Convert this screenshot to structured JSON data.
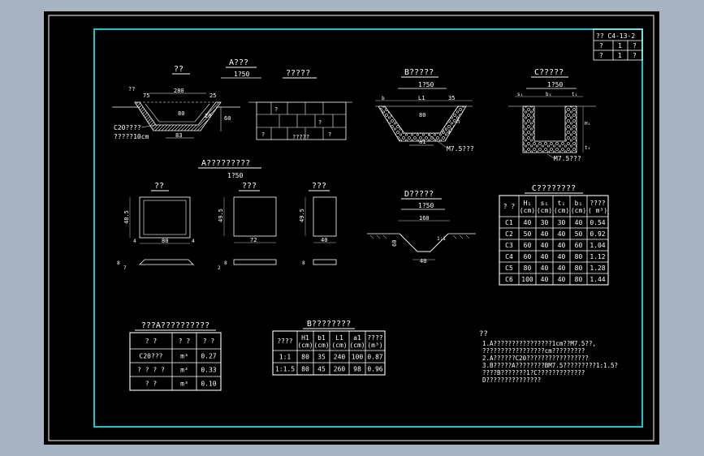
{
  "colors": {
    "viewport_bg": "#a7b3c1",
    "paper": "#000000",
    "frame": "#18c8c8",
    "line": "#ffffff",
    "hatch": "#d8d8d8"
  },
  "title_block": {
    "code": "?? C4-13-2",
    "r2a": "?",
    "r2b": "1",
    "r2c": "?",
    "r3a": "?",
    "r3b": "1",
    "r3c": "?"
  },
  "views": {
    "v1_title": "??",
    "a_title": "A???",
    "a_scale": "1?50",
    "plan_title": "?????",
    "b_title": "B?????",
    "b_scale": "1?50",
    "c_title": "C?????",
    "c_scale": "1?50",
    "block_title": "A?????????",
    "block_scale": "1?50",
    "face_title": "??",
    "side_title": "???",
    "end_title": "???",
    "d_title": "D?????",
    "d_scale": "1?50"
  },
  "labels": {
    "d1_75": "75",
    "d1_280": "280",
    "d1_25": "25",
    "d1_80": "80",
    "d1_20": "20",
    "d1_60": "60",
    "d1_83": "83",
    "d1_note1": "C20????",
    "d1_note2": "?????10cm",
    "d1_r": "??",
    "plan_t1": "?",
    "plan_t2": "?",
    "plan_t3": "?",
    "plan_t4": "?",
    "plan_note": "?????",
    "b_b": "b",
    "b_l1": "L1",
    "b_35": "35",
    "b_80": "80",
    "b_a1": "a1",
    "b_h": "h",
    "b_k": "?:1",
    "b_m75": "M7.5???",
    "c_s1": "s₁",
    "c_b1": "b₁",
    "c_t": "t₁",
    "c_h": "H₁",
    "c_h2": "t₁",
    "c_m75": "M7.5???",
    "blk_485a": "48.5",
    "blk_80": "80",
    "blk_4": "4",
    "blk_4b": "4",
    "blk_485b": "49.5",
    "blk_72": "72",
    "blk_485c": "49.5",
    "blk_40": "40",
    "blk_8a": "8",
    "blk_8b": "8",
    "blk_8c": "8",
    "blk_7": "7",
    "blk_2": "2",
    "d_160": "160",
    "d_60": "60",
    "d_11": "1:1",
    "d_40": "40"
  },
  "table_c": {
    "title": "C????????",
    "headers": [
      [
        "? ?",
        ""
      ],
      [
        "H₁",
        "(cm)"
      ],
      [
        "s₁",
        "(cm)"
      ],
      [
        "t₁",
        "(cm)"
      ],
      [
        "b₁",
        "(cm)"
      ],
      [
        "????",
        "( m³)"
      ]
    ],
    "rows": [
      [
        "C1",
        "40",
        "30",
        "30",
        "40",
        "0.54"
      ],
      [
        "C2",
        "50",
        "40",
        "40",
        "50",
        "0.92"
      ],
      [
        "C3",
        "60",
        "40",
        "40",
        "60",
        "1.04"
      ],
      [
        "C4",
        "60",
        "40",
        "40",
        "80",
        "1.12"
      ],
      [
        "C5",
        "80",
        "40",
        "40",
        "80",
        "1.28"
      ],
      [
        "C6",
        "100",
        "40",
        "40",
        "80",
        "1.44"
      ]
    ]
  },
  "table_a": {
    "title": "???A??????????",
    "headers": [
      "? ?",
      "? ?",
      "?  ?"
    ],
    "rows": [
      [
        "C20???",
        "m³",
        "0.27"
      ],
      [
        "? ? ? ?",
        "m³",
        "0.33"
      ],
      [
        "?    ?",
        "m³",
        "0.10"
      ]
    ]
  },
  "table_b": {
    "title": "B????????",
    "headers": [
      [
        "????",
        ""
      ],
      [
        "H1",
        "(cm)"
      ],
      [
        "b1",
        "(cm)"
      ],
      [
        "L1",
        "(cm)"
      ],
      [
        "a1",
        "(cm)"
      ],
      [
        "????",
        "(m³)"
      ]
    ],
    "rows": [
      [
        "1:1",
        "80",
        "35",
        "240",
        "100",
        "0.87"
      ],
      [
        "1:1.5",
        "80",
        "45",
        "260",
        "98",
        "0.96"
      ]
    ]
  },
  "notes": {
    "title": "??",
    "l1": "1.A????????????????1cm??M7.5??,",
    "l2": "   ?????????????????cm?????????",
    "l3": "2.A??????C20?????????????????",
    "l4": "3.B?????A????????BM7.5?????????1:1.5?",
    "l5": "   ????B???????1?C?????????????",
    "l6": "   D???????????????"
  }
}
